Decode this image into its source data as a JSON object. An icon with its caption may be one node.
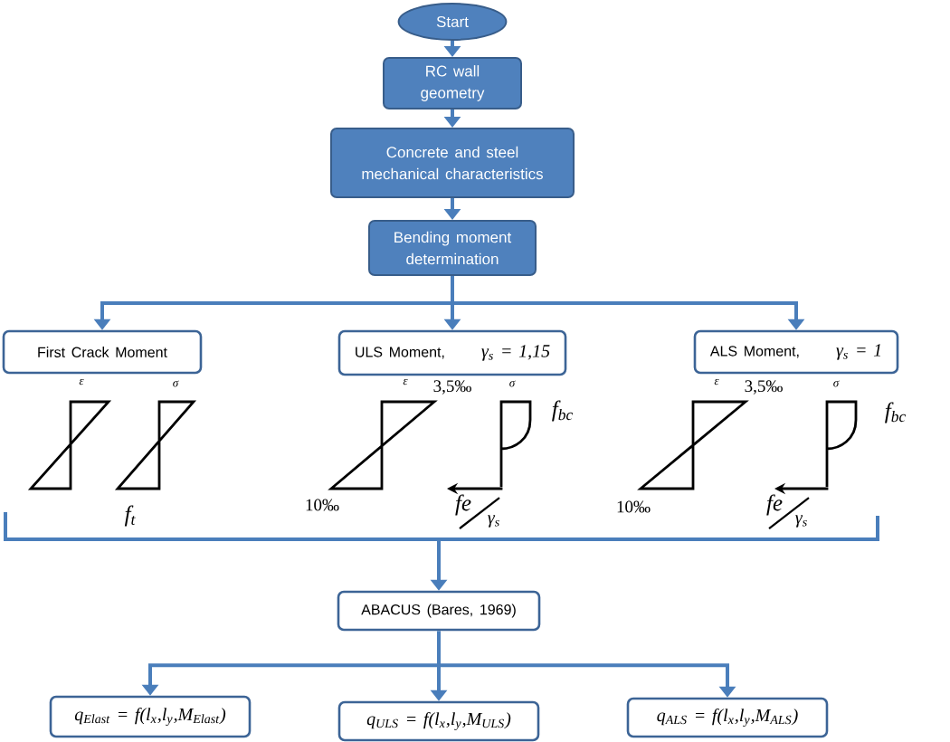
{
  "diagram": {
    "nodes": [
      {
        "text": [
          "Start"
        ]
      },
      {
        "text": [
          "RC wall geometry"
        ]
      },
      {
        "text": [
          "Concrete and steel mechanical characteristics"
        ]
      },
      {
        "text": [
          "Bending moment determination"
        ]
      },
      {
        "text": [
          "First Crack Moment"
        ]
      },
      {
        "text": [
          "ULS Moment,",
          "γ$_{s}$ = 1,15"
        ]
      },
      {
        "text": [
          "ALS Moment,",
          "γ$_{s}$ = 1"
        ]
      },
      {
        "text": [
          "ABACUS (Bares, 1969)"
        ]
      },
      {
        "text": [
          "q$_{Elast}$ = f(l$_{x}$,l$_{y}$,M$_{Elast}$)"
        ]
      },
      {
        "text": [
          "q$_{ULS}$ = f(l$_{x}$,l$_{y}$,M$_{ULS}$)"
        ]
      },
      {
        "text": [
          "q$_{ALS}$ = f(l$_{x}$,l$_{y}$,M$_{ALS}$)"
        ]
      }
    ],
    "edges": [
      {
        "from": 0,
        "to": 1,
        "arrow": "to"
      },
      {
        "from": 1,
        "to": 2,
        "arrow": "to"
      },
      {
        "from": 2,
        "to": 3,
        "arrow": "to"
      },
      {
        "from": 3,
        "to": 4,
        "arrow": "to"
      },
      {
        "from": 3,
        "to": 5,
        "arrow": "to"
      },
      {
        "from": 3,
        "to": 6,
        "arrow": "to"
      },
      {
        "from": null,
        "to": 7,
        "arrow": "to"
      },
      {
        "from": 7,
        "to": 8,
        "arrow": "to"
      },
      {
        "from": 7,
        "to": 9,
        "arrow": "to"
      },
      {
        "from": 7,
        "to": 10,
        "arrow": "to"
      }
    ],
    "labels": [
      "ε",
      "σ",
      "f$_{t}$",
      "ε",
      "3,5‰",
      "σ",
      "f$_{bc}$",
      "10‰",
      "fe",
      "γ$_{s}$",
      "ε",
      "3,5‰",
      "σ",
      "f$_{bc}$",
      "10‰",
      "fe",
      "γ$_{s}$"
    ]
  }
}
